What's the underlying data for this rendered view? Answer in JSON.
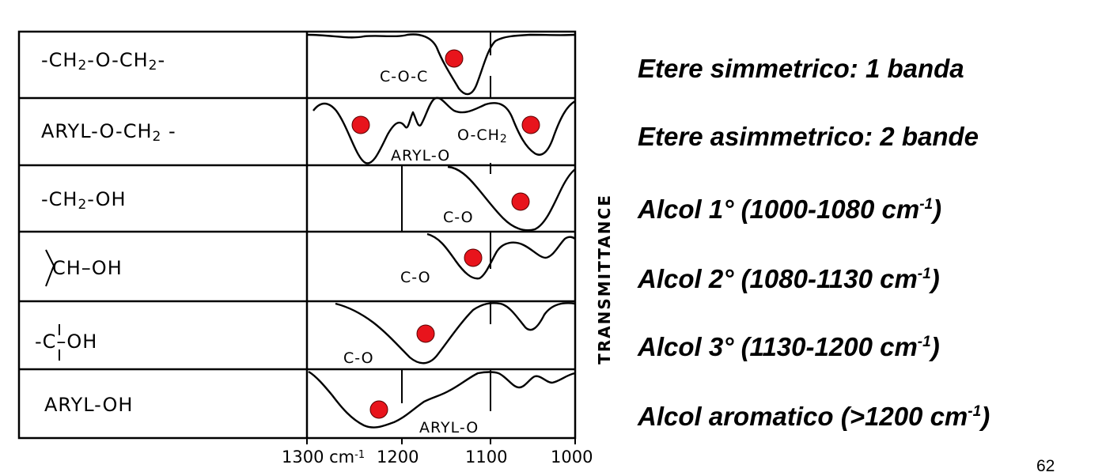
{
  "rows": [
    {
      "label_main": "-CH",
      "label_sub": "2",
      "label_mid": "-O-CH",
      "label_sub2": "2",
      "label_end": "-"
    },
    {
      "label_main": "ARYL-O-CH",
      "label_sub": "2",
      "label_end": " -"
    },
    {
      "label_main": "-CH",
      "label_sub": "2",
      "label_end": "-OH"
    },
    {
      "label_main": "CH–OH"
    },
    {
      "label_main": "-C–OH"
    },
    {
      "label_main": "ARYL-OH"
    }
  ],
  "peak_labels": {
    "coc": "C-O-C",
    "aryl_o_1": "ARYL-O",
    "och2": "O-CH",
    "och2_sub": "2",
    "co_1": "C-O",
    "co_2": "C-O",
    "co_3": "C-O",
    "aryl_o_2": "ARYL-O"
  },
  "x_axis": {
    "tick_1300": "1300 cm",
    "tick_1300_sup": "-1",
    "tick_1200": "1200",
    "tick_1100": "1100",
    "tick_1000": "1000"
  },
  "y_axis_label": "TRANSMITTANCE",
  "notes": [
    {
      "text": "Etere simmetrico: 1 banda"
    },
    {
      "text": "Etere asimmetrico: 2 bande"
    },
    {
      "text": "Alcol 1°  (1000-1080 cm",
      "sup": "-1",
      "tail": ")"
    },
    {
      "text": "Alcol 2°  (1080-1130 cm",
      "sup": "-1",
      "tail": ")"
    },
    {
      "text": "Alcol 3°  (1130-1200 cm",
      "sup": "-1",
      "tail": ")"
    },
    {
      "text": "Alcol aromatico  (>1200 cm",
      "sup": "-1",
      "tail": ")"
    }
  ],
  "page_number": "62",
  "colors": {
    "marker": "#e8141c",
    "ink": "#000000"
  }
}
